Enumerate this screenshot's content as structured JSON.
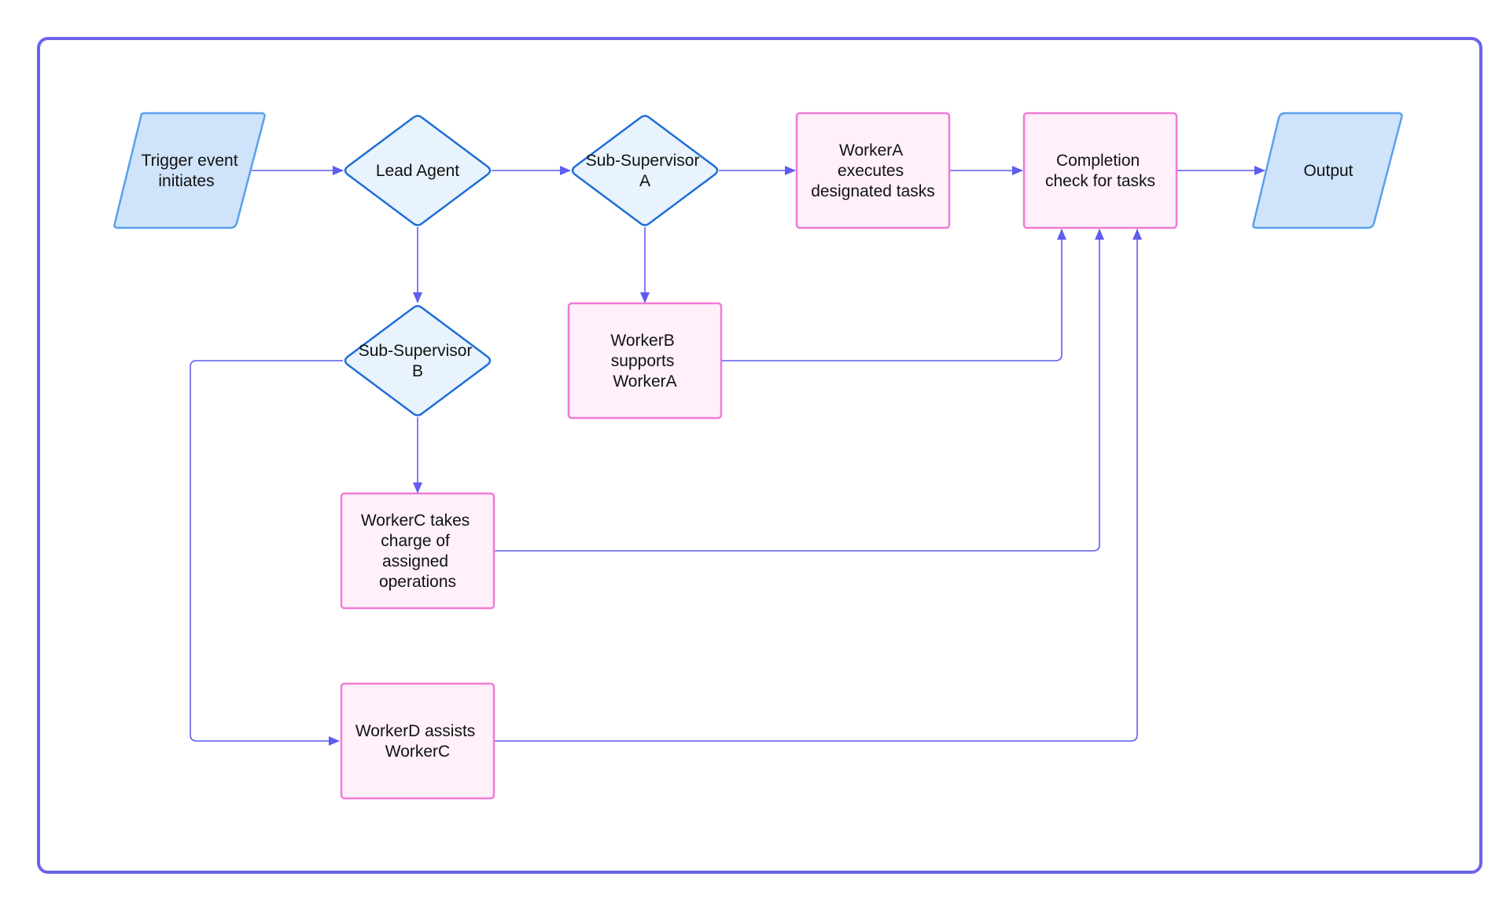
{
  "colors": {
    "frame": "#6a63ec",
    "edge": "#5f5cf0",
    "io_fill": "#cfe3fb",
    "io_stroke": "#5aa0ea",
    "decision_fill": "#e9f3fd",
    "decision_stroke": "#1f6fd6",
    "process_fill": "#fff0fa",
    "process_stroke": "#f07ad6"
  },
  "nodes": {
    "trigger": {
      "lines": [
        "Trigger event",
        "initiates"
      ]
    },
    "lead": {
      "lines": [
        "Lead Agent"
      ]
    },
    "subA": {
      "lines": [
        "Sub-Supervisor",
        "A"
      ]
    },
    "subB": {
      "lines": [
        "Sub-Supervisor",
        "B"
      ]
    },
    "workerA": {
      "lines": [
        "WorkerA",
        "executes",
        "designated tasks"
      ]
    },
    "workerB": {
      "lines": [
        "WorkerB",
        "supports",
        "WorkerA"
      ]
    },
    "workerC": {
      "lines": [
        "WorkerC takes",
        "charge of",
        "assigned",
        "operations"
      ]
    },
    "workerD": {
      "lines": [
        "WorkerD assists",
        "WorkerC"
      ]
    },
    "completion": {
      "lines": [
        "Completion",
        "check for tasks"
      ]
    },
    "output": {
      "lines": [
        "Output"
      ]
    }
  },
  "edges": [
    {
      "from": "trigger",
      "to": "lead"
    },
    {
      "from": "lead",
      "to": "subA"
    },
    {
      "from": "lead",
      "to": "subB"
    },
    {
      "from": "subA",
      "to": "workerA"
    },
    {
      "from": "subA",
      "to": "workerB"
    },
    {
      "from": "workerA",
      "to": "completion"
    },
    {
      "from": "workerB",
      "to": "completion"
    },
    {
      "from": "subB",
      "to": "workerC"
    },
    {
      "from": "subB",
      "to": "workerD"
    },
    {
      "from": "workerC",
      "to": "completion"
    },
    {
      "from": "workerD",
      "to": "completion"
    },
    {
      "from": "completion",
      "to": "output"
    }
  ]
}
